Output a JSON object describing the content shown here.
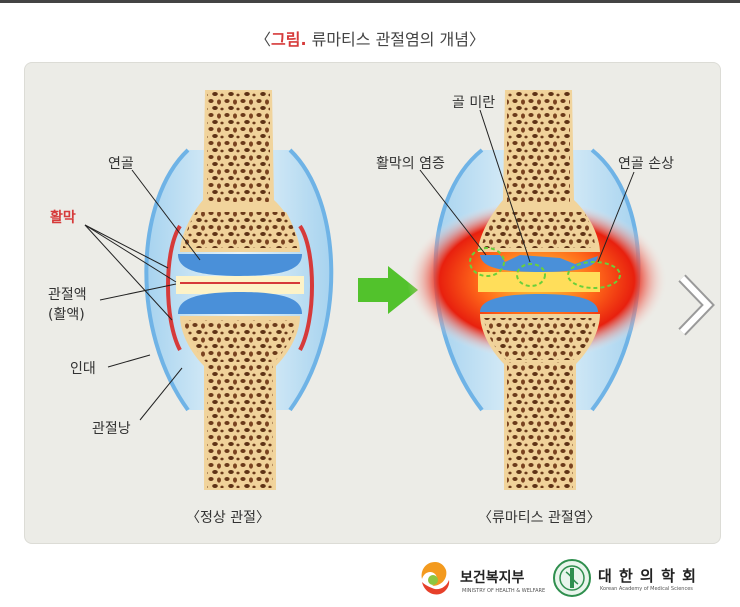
{
  "title": {
    "open": "〈",
    "highlight": "그림.",
    "rest": " 류마티스 관절염의 개념〉"
  },
  "normal": {
    "caption": "〈정상 관절〉",
    "labels": {
      "cartilage": "연골",
      "synovium": "활막",
      "synovial_fluid_1": "관절액",
      "synovial_fluid_2": "(활액)",
      "ligament": "인대",
      "capsule": "관절낭"
    }
  },
  "ra": {
    "caption": "〈류마티스 관절염〉",
    "labels": {
      "bone_erosion": "골 미란",
      "synovitis": "활막의 염증",
      "cartilage_damage": "연골 손상"
    }
  },
  "colors": {
    "highlight": "#d63a3a",
    "bone": "#f1d49c",
    "marrow": "#6b3a1a",
    "cartilage": "#4a90d9",
    "capsule": "#bfe0f4",
    "arrow": "#52c22c"
  },
  "logos": {
    "mohw": {
      "name": "보건복지부",
      "sub": "MINISTRY OF HEALTH & WELFARE"
    },
    "kams": {
      "name": "대 한 의 학 회",
      "sub": "Korean Academy of Medical Sciences"
    }
  },
  "icons": [
    "right-arrow-icon",
    "next-chevron-icon",
    "mohw-logo-icon",
    "kams-logo-icon"
  ]
}
